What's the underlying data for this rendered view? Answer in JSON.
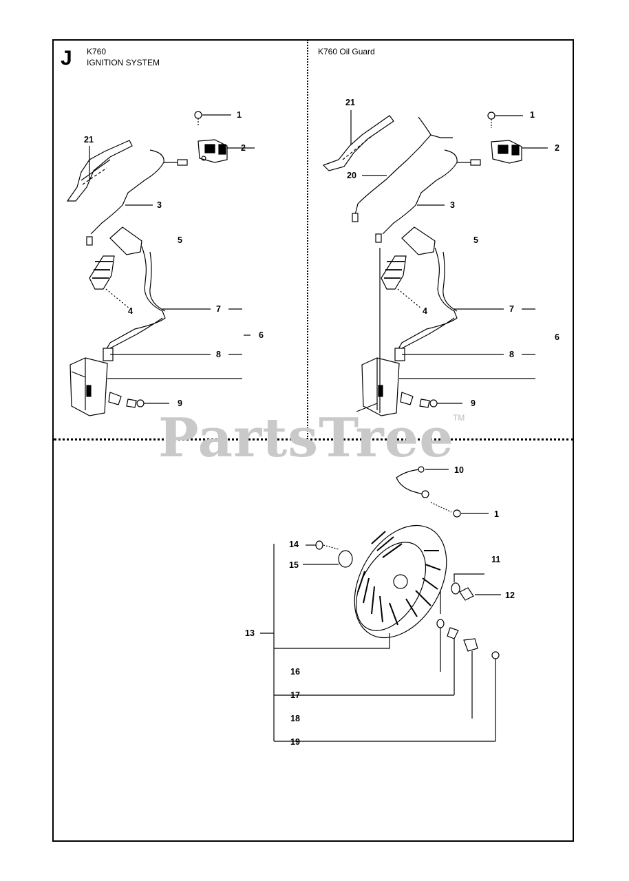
{
  "section_letter": "J",
  "left_panel": {
    "model": "K760",
    "title": "IGNITION SYSTEM"
  },
  "right_panel": {
    "title": "K760 Oil Guard"
  },
  "watermark": {
    "text": "PartsTree",
    "mark": "TM"
  },
  "callouts": {
    "l1": "1",
    "l2": "2",
    "l21": "21",
    "l3": "3",
    "l5": "5",
    "l4": "4",
    "l7": "7",
    "l6": "6",
    "l8": "8",
    "l9": "9",
    "r21": "21",
    "r1": "1",
    "r2": "2",
    "r20": "20",
    "r3": "3",
    "r5": "5",
    "r4": "4",
    "r7": "7",
    "r6": "6",
    "r8": "8",
    "r9": "9",
    "b10": "10",
    "b1": "1",
    "b14": "14",
    "b11": "11",
    "b15": "15",
    "b12": "12",
    "b13": "13",
    "b16": "16",
    "b17": "17",
    "b18": "18",
    "b19": "19"
  }
}
